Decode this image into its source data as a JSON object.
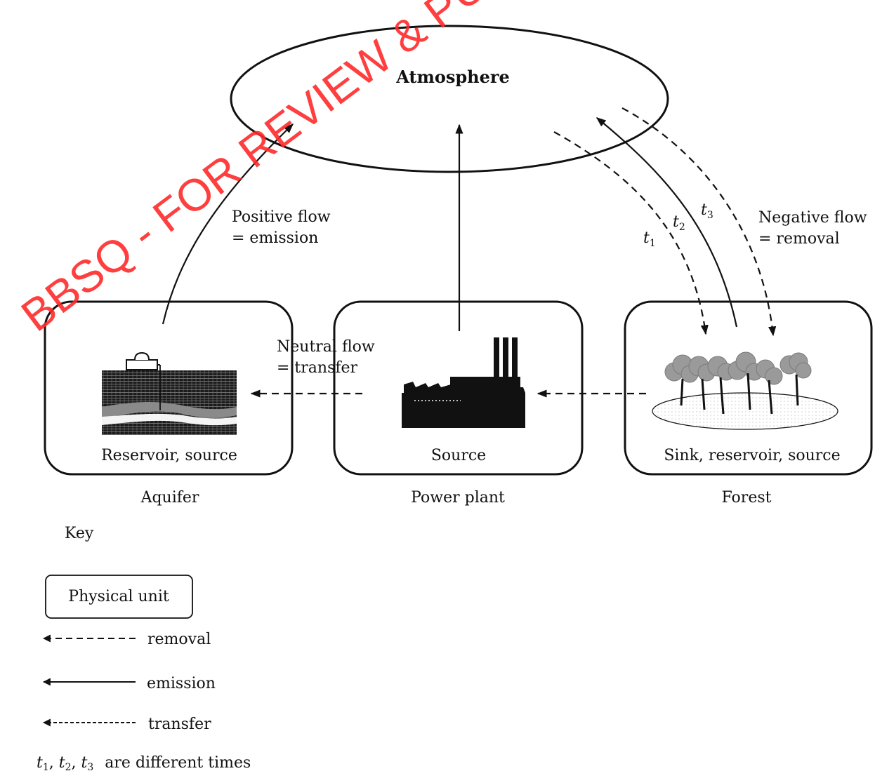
{
  "atmosphere": {
    "label": "Atmosphere"
  },
  "flows": {
    "positive": {
      "line1": "Positive flow",
      "line2": "= emission"
    },
    "negative": {
      "line1": "Negative flow",
      "line2": "= removal"
    },
    "neutral": {
      "line1": "Neutral flow",
      "line2": "= transfer"
    },
    "times": [
      {
        "t": "t",
        "sub": "1"
      },
      {
        "t": "t",
        "sub": "2"
      },
      {
        "t": "t",
        "sub": "3"
      }
    ]
  },
  "units": [
    {
      "inner_label": "Reservoir, source",
      "caption": "Aquifer"
    },
    {
      "inner_label": "Source",
      "caption": "Power plant"
    },
    {
      "inner_label": "Sink, reservoir, source",
      "caption": "Forest"
    }
  ],
  "key": {
    "title": "Key",
    "physical_unit": "Physical unit",
    "removal": "removal",
    "emission": "emission",
    "transfer": "transfer",
    "times_note": "are different times"
  },
  "watermark": "BBSQ - FOR REVIEW & PUBLIC"
}
